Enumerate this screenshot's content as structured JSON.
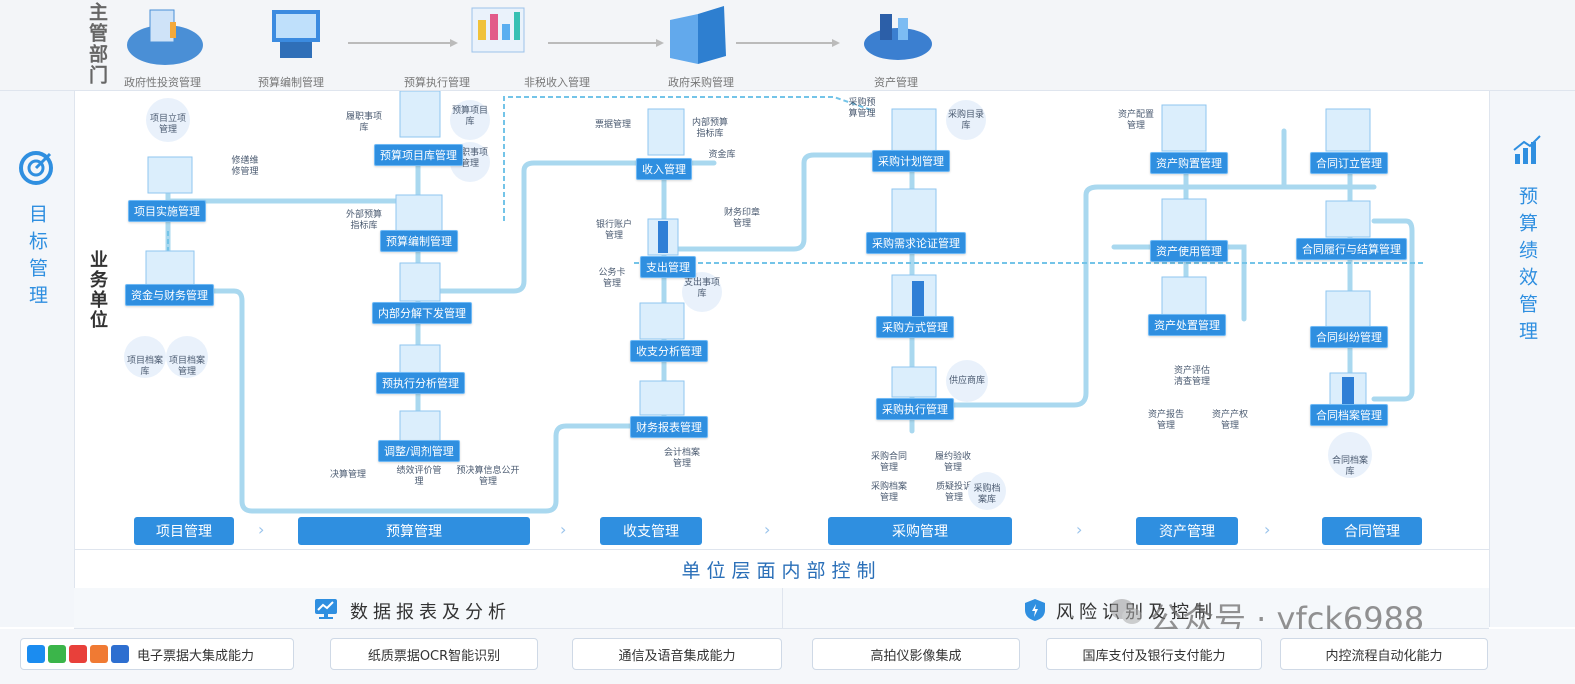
{
  "top_label": "主管部门",
  "top_items": [
    "政府性投资管理",
    "预算编制管理",
    "预算执行管理",
    "非税收入管理",
    "政府采购管理",
    "资产管理"
  ],
  "left_label": "目标管理",
  "right_label": "预算绩效管理",
  "unit_label": "业务单位",
  "nodes": {
    "xmss": "项目实施管理",
    "zjcw": "资金与财务管理",
    "ysxmk": "预算项目库管理",
    "ysbz": "预算编制管理",
    "nbfj": "内部分解下发管理",
    "yzxfx": "预执行分析管理",
    "tzdj": "调整/调剂管理",
    "srgl": "收入管理",
    "zcgl": "支出管理",
    "szfx": "收支分析管理",
    "cwbb": "财务报表管理",
    "cgjh": "采购计划管理",
    "cgxq": "采购需求论证管理",
    "cgfs": "采购方式管理",
    "cgzx": "采购执行管理",
    "zcgz": "资产购置管理",
    "zcsy": "资产使用管理",
    "zccz": "资产处置管理",
    "htdl": "合同订立管理",
    "htlx": "合同履行与结算管理",
    "htjf": "合同纠纷管理",
    "htda": "合同档案管理"
  },
  "subs": {
    "xmlx": "项目立项管理",
    "xwxgl": "修缮维修管理",
    "xmdak": "项目档案库",
    "xmdagl": "项目档案管理",
    "lzsx": "履职事项库",
    "ysxmk2": "预算项目库",
    "lzsxgl": "履职事项管理",
    "wbys": "外部预算指标库",
    "jsgl": "决算管理",
    "jxpj": "绩效评价管理",
    "ysxx": "预决算信息公开管理",
    "pjgl": "票据管理",
    "nbys": "内部预算指标库",
    "zjk": "资金库",
    "yhzh": "银行账户管理",
    "cwyz": "财务印章管理",
    "gwk": "公务卡管理",
    "zcsx": "支出事项库",
    "kjda": "会计档案管理",
    "cgys": "采购预算管理",
    "cgml": "采购目录库",
    "gysk": "供应商库",
    "cght": "采购合同管理",
    "lyys": "履约验收管理",
    "cgdagl": "采购档案管理",
    "zytz": "质疑投诉管理",
    "cgdak": "采购档案库",
    "zcpz": "资产配置管理",
    "zcpg": "资产评估清查管理",
    "zcbg": "资产报告管理",
    "zccq": "资产产权管理",
    "htdak": "合同档案库"
  },
  "categories": [
    "项目管理",
    "预算管理",
    "收支管理",
    "采购管理",
    "资产管理",
    "合同管理"
  ],
  "internal_control": "单位层面内部控制",
  "data_report": "数据报表及分析",
  "risk": "风险识别及控制",
  "watermark": "公众号 · yfck6988",
  "capabilities": [
    "电子票据大集成能力",
    "纸质票据OCR智能识别",
    "通信及语音集成能力",
    "高拍仪影像集成",
    "国库支付及银行支付能力",
    "内控流程自动化能力"
  ],
  "colors": {
    "primary": "#2f8fe0",
    "flow": "#a9d8ef",
    "panel": "#f3f6fa"
  }
}
